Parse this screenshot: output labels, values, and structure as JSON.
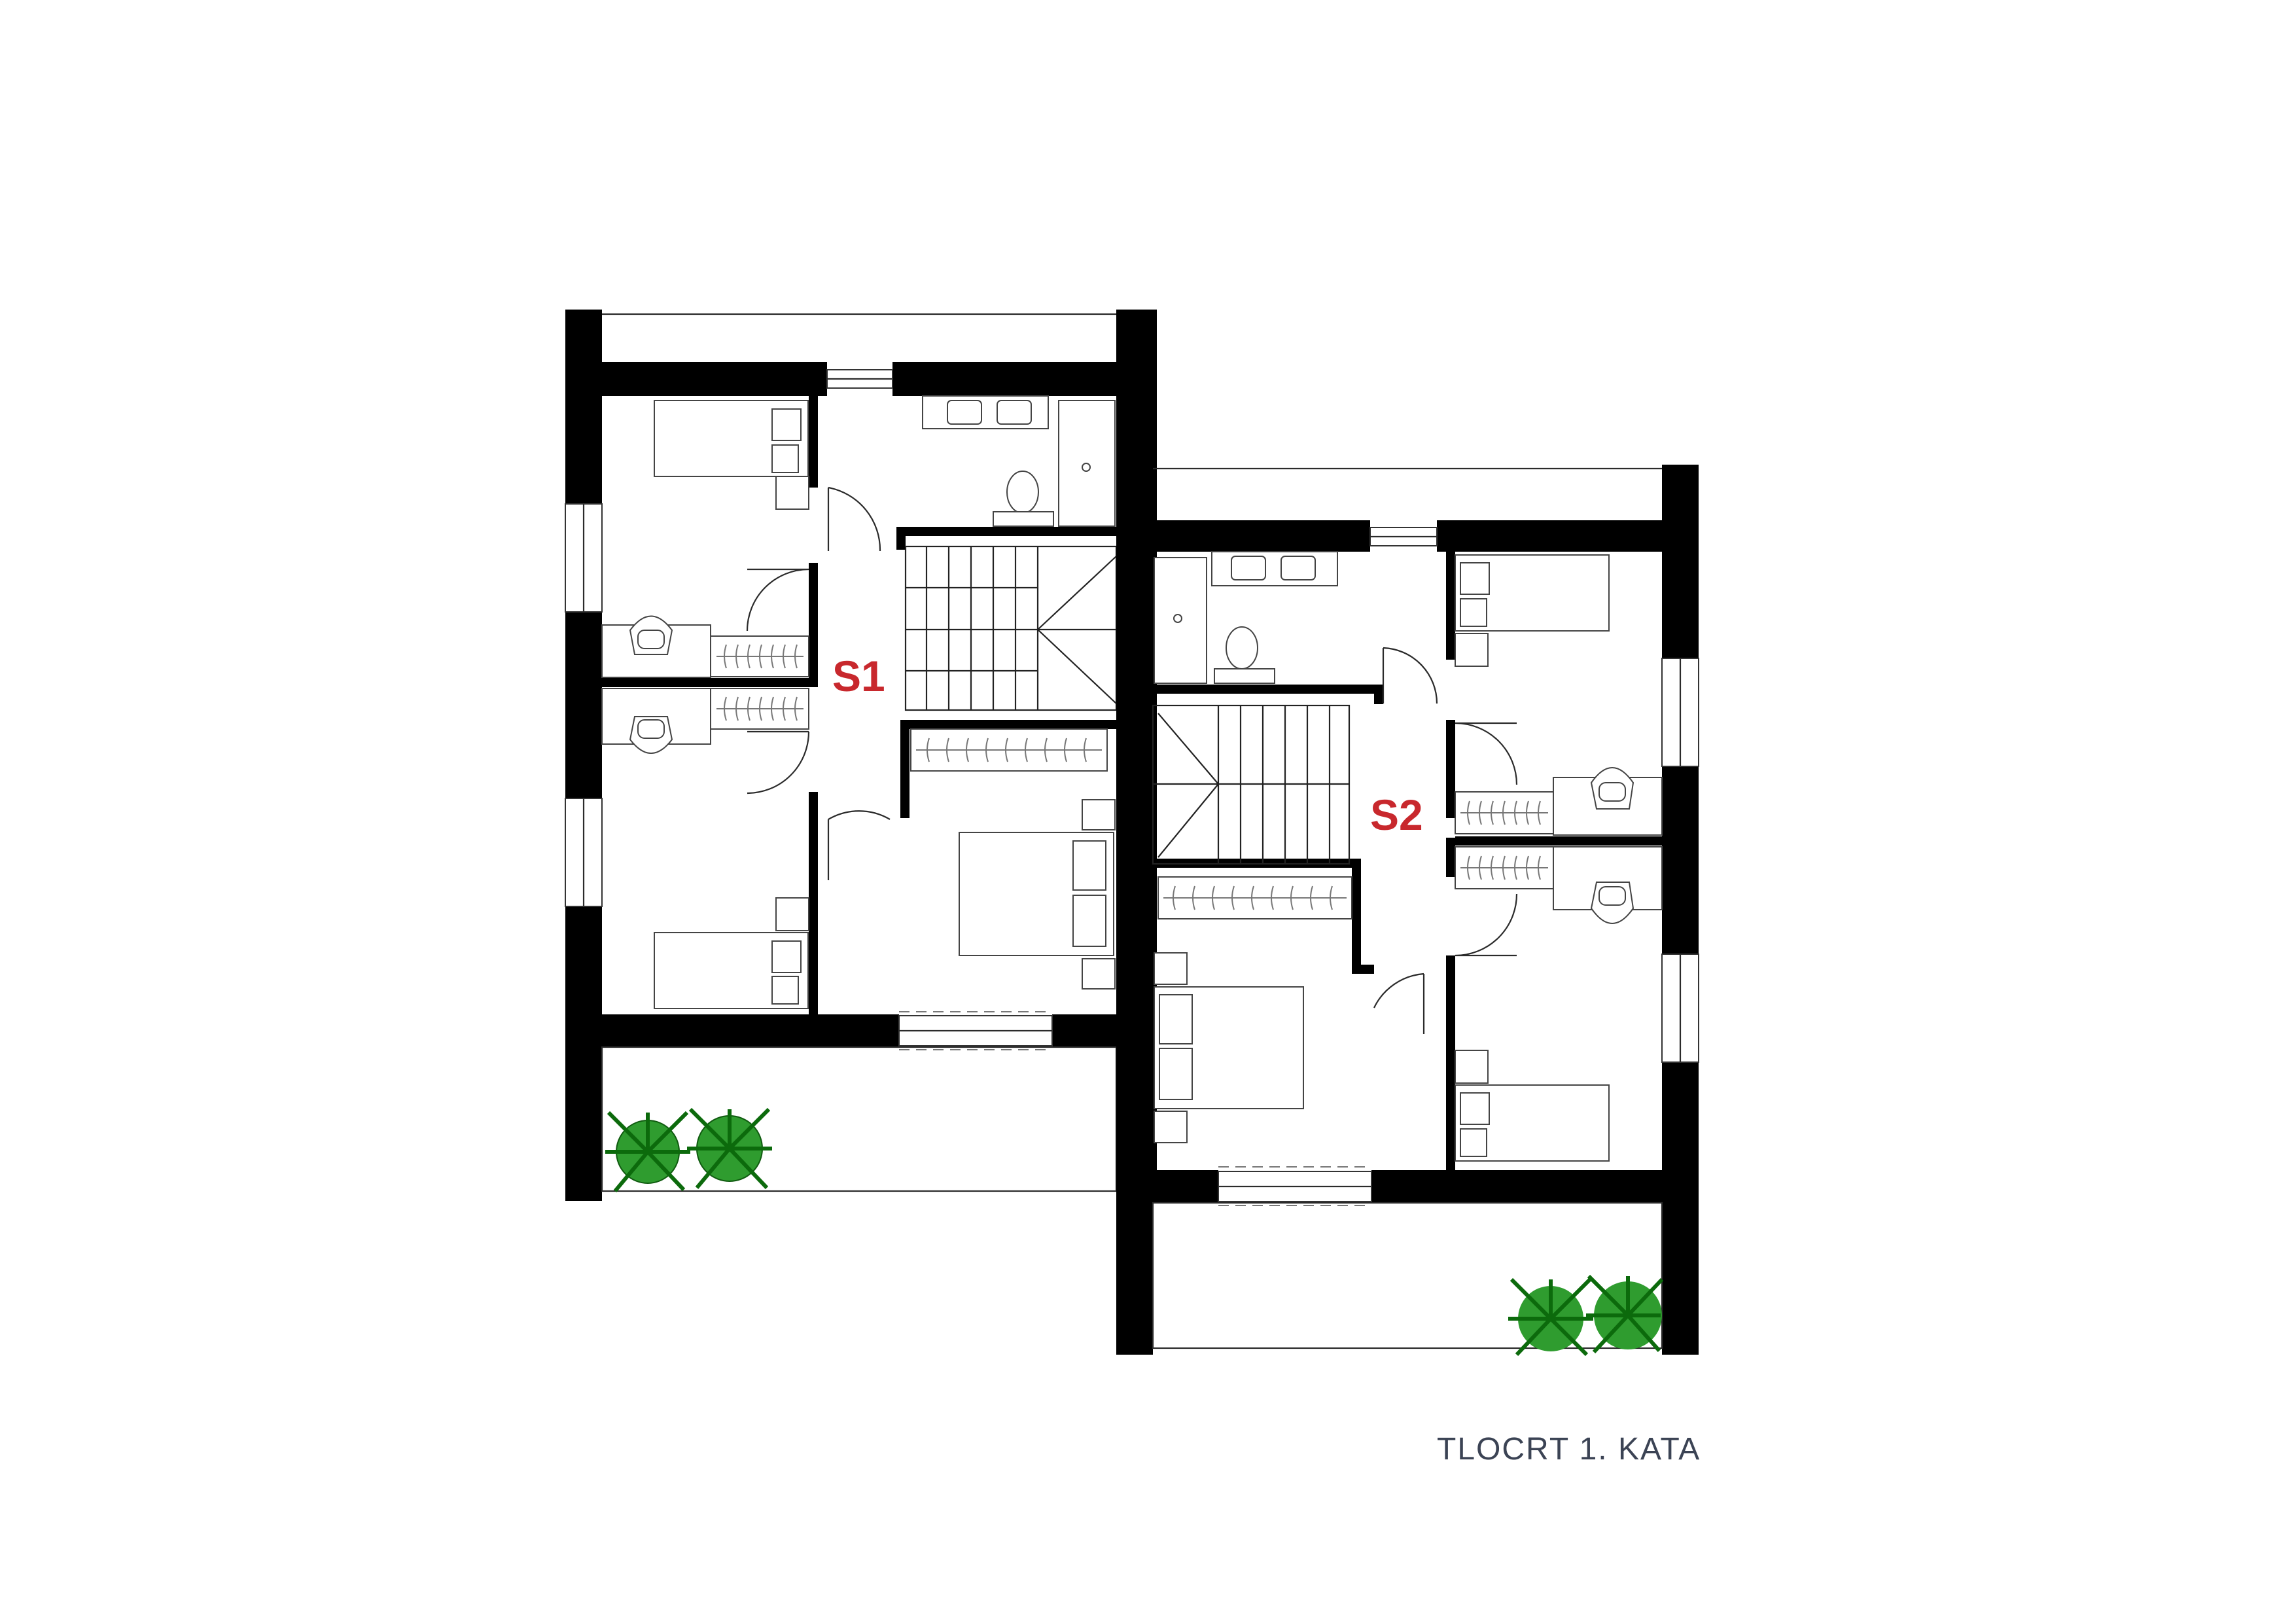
{
  "drawing": {
    "title": "TLOCRT 1. KATA",
    "unit_labels": [
      "S1",
      "S2"
    ]
  },
  "colors": {
    "walls": "#000000",
    "unit_label": "#c8282d",
    "caption": "#3b4354",
    "plants": "#1f8a1f"
  },
  "icons": [
    "bed-icon",
    "desk-chair-icon",
    "wardrobe-icon",
    "sink-icon",
    "toilet-icon",
    "bathtub-icon",
    "stair-icon",
    "door-swing-icon",
    "window-icon",
    "plant-icon"
  ]
}
